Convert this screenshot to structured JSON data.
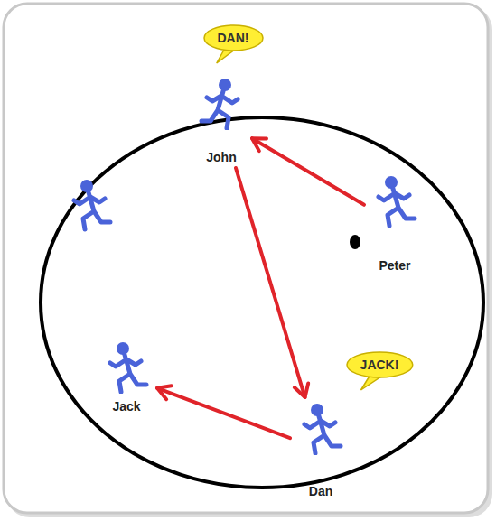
{
  "diagram": {
    "nodes": [
      {
        "text": [
          "DAN!"
        ]
      },
      {
        "text": [
          "John"
        ]
      },
      {
        "text": [
          "Peter"
        ]
      },
      {
        "text": [
          "JACK!"
        ]
      },
      {
        "text": [
          "Jack"
        ]
      },
      {
        "text": [
          "Dan"
        ]
      }
    ],
    "edges": [
      {
        "from": 2,
        "to": 1,
        "arrow": "to"
      },
      {
        "from": 1,
        "to": 5,
        "arrow": "to"
      },
      {
        "from": 5,
        "to": 4,
        "arrow": "to"
      }
    ]
  }
}
